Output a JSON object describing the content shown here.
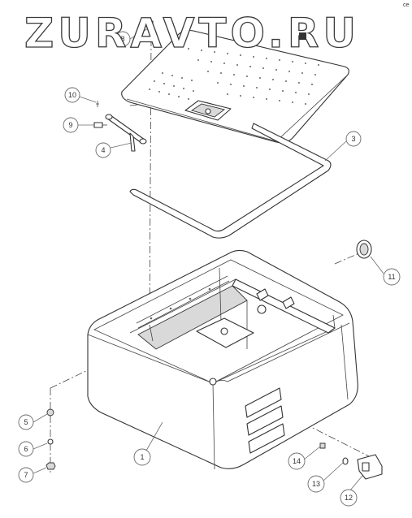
{
  "watermark": "ZURAVTO.RU",
  "corner_mark": "ce",
  "callouts": [
    {
      "id": "1",
      "label": "1"
    },
    {
      "id": "3",
      "label": "3"
    },
    {
      "id": "4",
      "label": "4"
    },
    {
      "id": "5",
      "label": "5"
    },
    {
      "id": "6",
      "label": "6"
    },
    {
      "id": "7",
      "label": "7"
    },
    {
      "id": "8",
      "label": "8"
    },
    {
      "id": "9",
      "label": "9"
    },
    {
      "id": "10",
      "label": "10"
    },
    {
      "id": "11",
      "label": "11"
    },
    {
      "id": "12",
      "label": "12"
    },
    {
      "id": "13",
      "label": "13"
    },
    {
      "id": "14",
      "label": "14"
    }
  ]
}
